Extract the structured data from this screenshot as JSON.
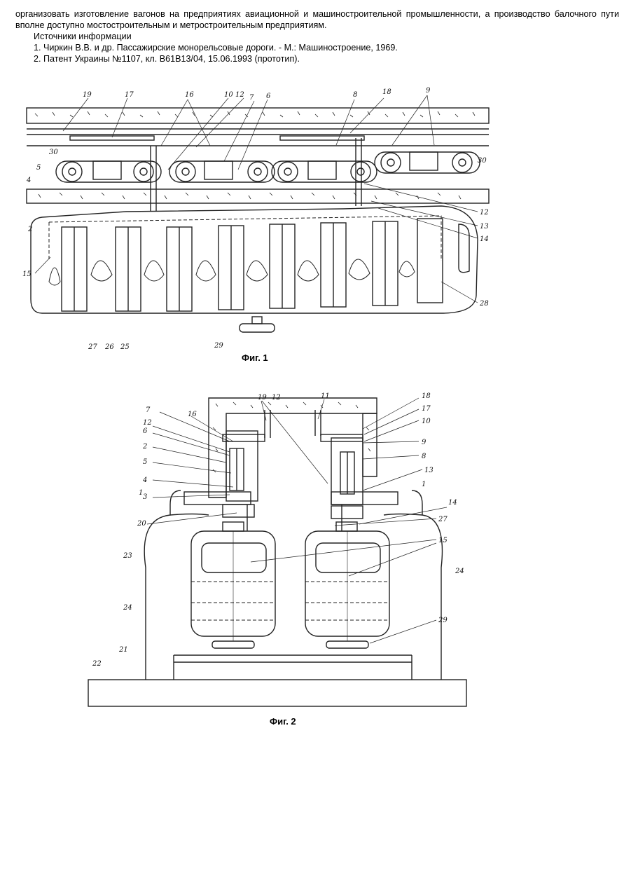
{
  "text": {
    "para1": "организовать изготовление вагонов на предприятиях авиационной и машиностроительной промышленности, а производство балочного пути вполне доступно мостостроительным и метростроительным предприятиям.",
    "sources_heading": "Источники информации",
    "source1": "1. Чиркин В.В. и др. Пассажирские монорельсовые дороги. - М.: Машиностроение, 1969.",
    "source2": "2. Патент Украины №1107, кл. B61B13/04, 15.06.1993 (прототип)."
  },
  "fig1": {
    "caption": "Фиг. 1",
    "labels": [
      "19",
      "17",
      "16",
      "10",
      "12",
      "7",
      "6",
      "8",
      "18",
      "9",
      "5",
      "30",
      "4",
      "2",
      "30",
      "12",
      "13",
      "14",
      "15",
      "28",
      "27",
      "26",
      "25",
      "29"
    ]
  },
  "fig2": {
    "caption": "Фиг. 2",
    "labels": [
      "19",
      "12",
      "11",
      "18",
      "17",
      "10",
      "9",
      "8",
      "13",
      "7",
      "16",
      "12",
      "6",
      "2",
      "5",
      "4",
      "3",
      "1",
      "1",
      "20",
      "14",
      "27",
      "15",
      "23",
      "24",
      "24",
      "29",
      "21",
      "22"
    ]
  }
}
